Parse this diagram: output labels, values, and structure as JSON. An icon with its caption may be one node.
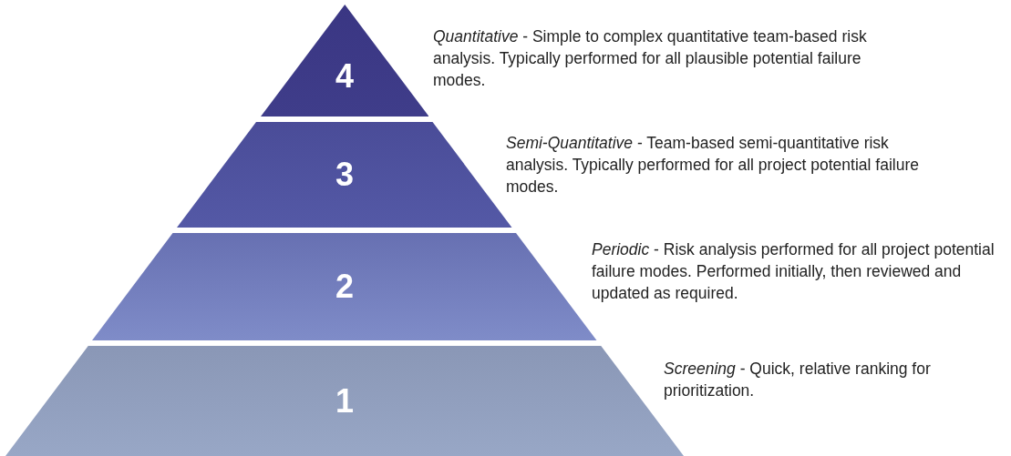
{
  "diagram": {
    "nodes": [
      {
        "text": [
          "4"
        ],
        "beside": [
          "*Quantitative* - Simple to complex quantitative team-based risk analysis. Typically performed for all plausible potential failure modes."
        ]
      },
      {
        "text": [
          "3"
        ],
        "beside": [
          "*Semi-Quantitative* - Team-based semi-quantitative risk analysis. Typically performed for all project potential failure modes."
        ]
      },
      {
        "text": [
          "2"
        ],
        "beside": [
          "*Periodic* - Risk analysis performed for all project potential failure modes. Performed initially, then reviewed and updated as required."
        ]
      },
      {
        "text": [
          "1"
        ],
        "beside": [
          "*Screening* - Quick, relative ranking for prioritization."
        ]
      }
    ]
  }
}
